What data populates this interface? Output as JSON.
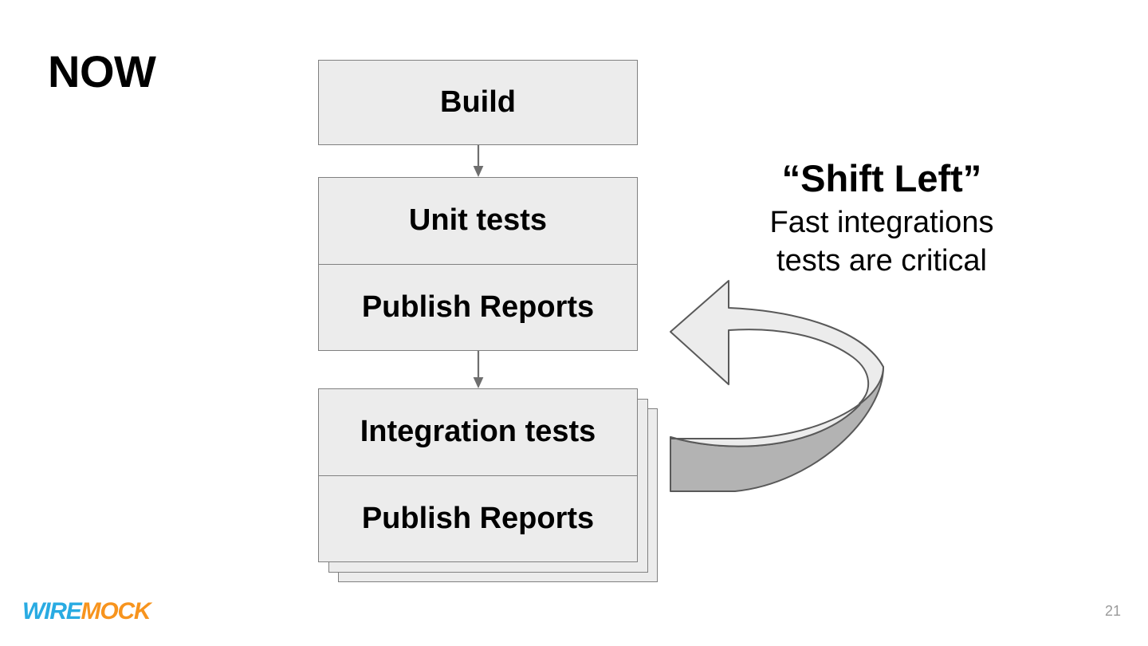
{
  "slide": {
    "title": "NOW",
    "page_number": "21",
    "background_color": "#ffffff"
  },
  "logo": {
    "part_one": "WIRE",
    "part_two": "MOCK",
    "part_one_color": "#29ABE2",
    "part_two_color": "#F7941E"
  },
  "pipeline": {
    "box_fill": "#ececec",
    "box_border": "#808080",
    "stages": [
      {
        "id": "build",
        "label": "Build"
      },
      {
        "id": "unit-tests",
        "label": "Unit tests"
      },
      {
        "id": "unit-publish",
        "label": "Publish Reports"
      },
      {
        "id": "integration-tests",
        "label": "Integration tests"
      },
      {
        "id": "integration-publish",
        "label": "Publish Reports"
      }
    ],
    "stack_layers": 3
  },
  "callout": {
    "heading": "“Shift Left”",
    "line_one": "Fast integrations",
    "line_two": "tests are critical"
  },
  "curved_arrow": {
    "top_face_color": "#ececec",
    "side_face_color": "#b3b3b3",
    "outline_color": "#595959",
    "direction": "left"
  }
}
